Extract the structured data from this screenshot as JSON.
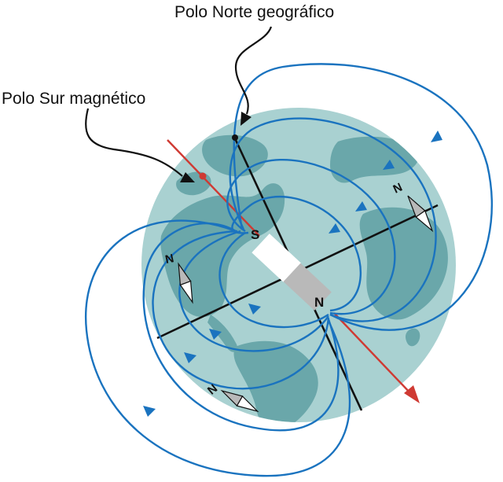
{
  "labels": {
    "geographic_north": "Polo Norte geográfico",
    "magnetic_south": "Polo Sur magnético"
  },
  "magnet": {
    "south_label": "S",
    "north_label": "N"
  },
  "compasses": [
    {
      "letter": "N"
    },
    {
      "letter": "N"
    },
    {
      "letter": "N"
    }
  ],
  "colors": {
    "ocean": "#a9d1d1",
    "land": "#6aa7aa",
    "field_lines": "#1a73bf",
    "magnetic_axis": "#cf3a33",
    "rotation_axis": "#111111",
    "magnet_south": "#ffffff",
    "magnet_north": "#b9b9b9"
  }
}
